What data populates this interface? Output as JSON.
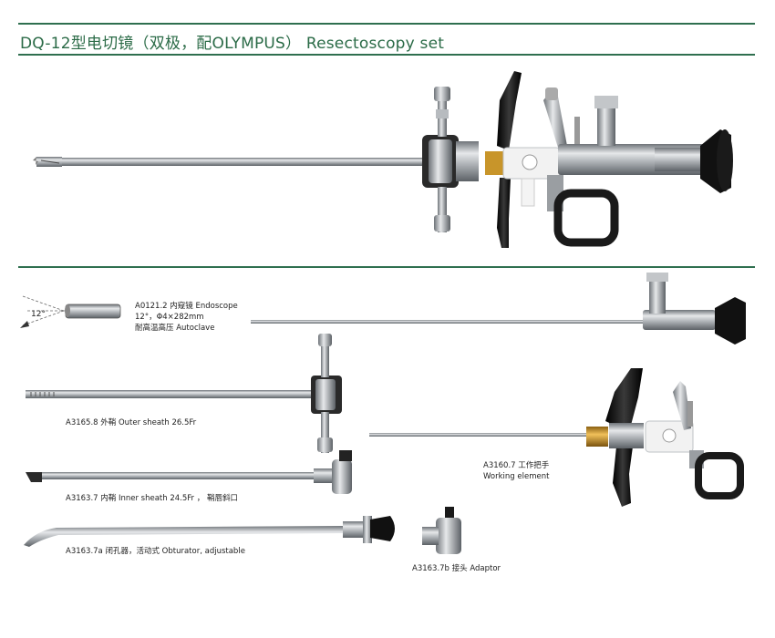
{
  "header": {
    "title": "DQ-12型电切镜（双极，配OLYMPUS） Resectoscopy set"
  },
  "components": {
    "endoscope": {
      "line1": "A0121.2 内窥镜 Endoscope",
      "line2": "12°，Φ4×282mm",
      "line3": "耐高温高压 Autoclave",
      "angle": "12°"
    },
    "outer_sheath": {
      "label": "A3165.8 外鞘 Outer sheath 26.5Fr"
    },
    "inner_sheath": {
      "label": "A3163.7 内鞘 Inner sheath 24.5Fr ， 鞘唇斜口"
    },
    "obturator": {
      "label": "A3163.7a 闭孔器，活动式 Obturator, adjustable"
    },
    "adaptor": {
      "label": "A3163.7b 接头 Adaptor"
    },
    "working_element": {
      "line1": "A3160.7 工作把手",
      "line2": "Working element"
    }
  },
  "colors": {
    "accent": "#2b6b47",
    "steel": "#a7abb0",
    "handle": "#1a1a1a",
    "brass": "#c8952a"
  }
}
